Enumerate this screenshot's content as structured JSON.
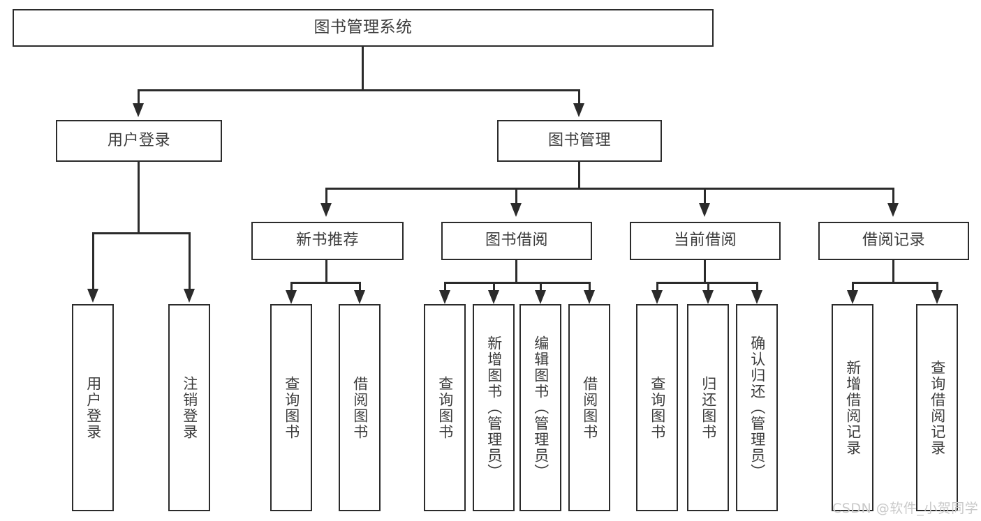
{
  "diagram": {
    "type": "tree-hierarchy",
    "title": "图书管理系统",
    "root": {
      "label": "图书管理系统"
    },
    "level2": [
      {
        "label": "用户登录"
      },
      {
        "label": "图书管理"
      }
    ],
    "level3": [
      {
        "label": "新书推荐"
      },
      {
        "label": "图书借阅"
      },
      {
        "label": "当前借阅"
      },
      {
        "label": "借阅记录"
      }
    ],
    "leaves": {
      "user_login": [
        {
          "label": "用户登录"
        },
        {
          "label": "注销登录"
        }
      ],
      "new_book_recommend": [
        {
          "label": "查询图书"
        },
        {
          "label": "借阅图书"
        }
      ],
      "book_borrow": [
        {
          "label": "查询图书"
        },
        {
          "label": "新增图书（管理员）"
        },
        {
          "label": "编辑图书（管理员）"
        },
        {
          "label": "借阅图书"
        }
      ],
      "current_borrow": [
        {
          "label": "查询图书"
        },
        {
          "label": "归还图书"
        },
        {
          "label": "确认归还（管理员）"
        }
      ],
      "borrow_record": [
        {
          "label": "新增借阅记录"
        },
        {
          "label": "查询借阅记录"
        }
      ]
    }
  },
  "watermark": {
    "text": "CSDN @软件_小贺同学"
  },
  "colors": {
    "stroke": "#2b2b2b",
    "text": "#3b3b3b",
    "background": "#ffffff",
    "watermark": "#c9c9c9"
  }
}
